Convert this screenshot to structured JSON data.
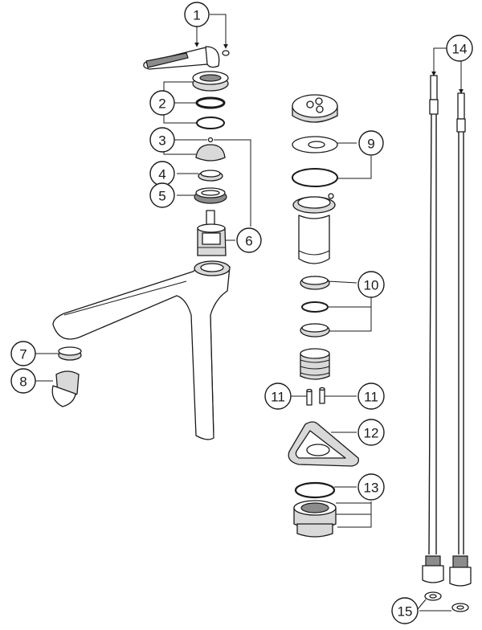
{
  "callouts": [
    "1",
    "2",
    "3",
    "4",
    "5",
    "6",
    "7",
    "8",
    "9",
    "10",
    "11",
    "11",
    "12",
    "13",
    "14",
    "15"
  ]
}
